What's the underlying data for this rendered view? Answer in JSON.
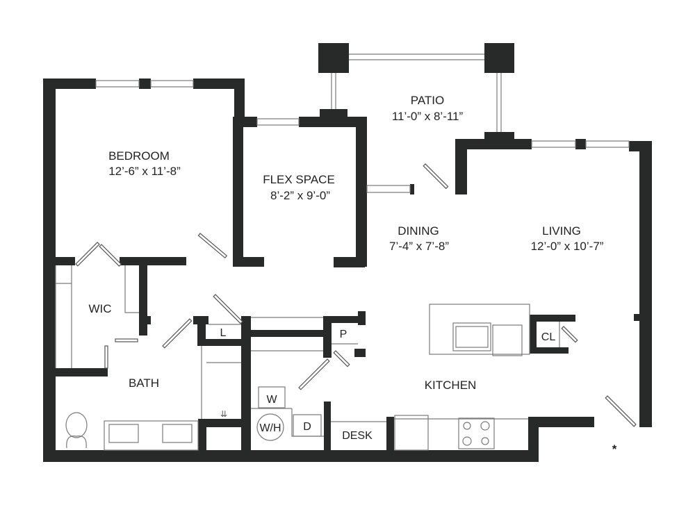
{
  "plan": {
    "rooms": {
      "patio": {
        "name": "PATIO",
        "dims": "11’-0” x 8’-11”"
      },
      "bedroom": {
        "name": "BEDROOM",
        "dims": "12’-6” x 11’-8”"
      },
      "flex": {
        "name": "FLEX SPACE",
        "dims": "8’-2” x 9’-0”"
      },
      "dining": {
        "name": "DINING",
        "dims": "7’-4” x 7’-8”"
      },
      "living": {
        "name": "LIVING",
        "dims": "12’-0” x 10’-7”"
      },
      "wic": {
        "name": "WIC"
      },
      "bath": {
        "name": "BATH"
      },
      "kitchen": {
        "name": "KITCHEN"
      }
    },
    "fixtures": {
      "linen": "L",
      "pantry": "P",
      "closet": "CL",
      "washer": "W",
      "water_heater": "W/H",
      "dryer": "D",
      "desk": "DESK"
    },
    "note_marker": "*",
    "wall_color": "#272a29"
  }
}
